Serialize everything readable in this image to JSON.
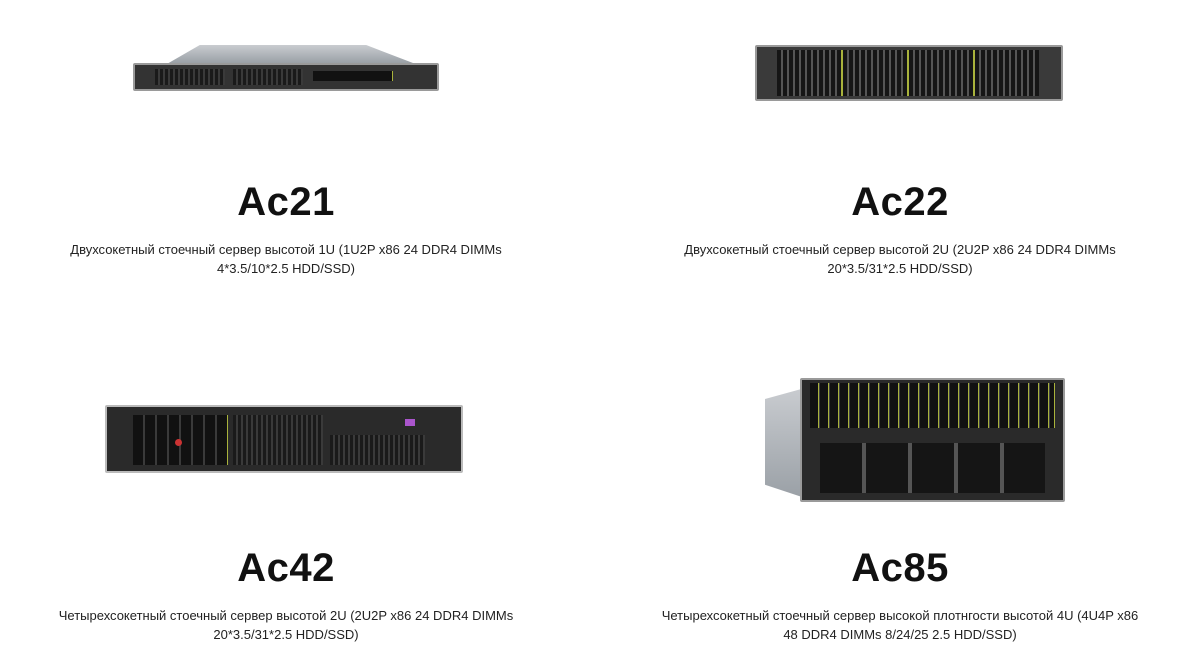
{
  "products": [
    {
      "name": "Ac21",
      "description_line1": "Двухсокетный стоечный сервер высотой 1U (1U2P x86 24 DDR4 DIMMs",
      "description_line2": "4*3.5/10*2.5 HDD/SSD)"
    },
    {
      "name": "Ac22",
      "description_line1": "Двухсокетный стоечный сервер высотой 2U (2U2P x86 24 DDR4 DIMMs",
      "description_line2": "20*3.5/31*2.5 HDD/SSD)"
    },
    {
      "name": "Ac42",
      "description_line1": "Четырехсокетный стоечный сервер высотой 2U (2U2P x86 24 DDR4 DIMMs",
      "description_line2": "20*3.5/31*2.5 HDD/SSD)"
    },
    {
      "name": "Ac85",
      "description_line1": "Четырехсокетный стоечный сервер высокой плотнгости высотой 4U (4U4P x86",
      "description_line2": "48 DDR4 DIMMs 8/24/25 2.5 HDD/SSD)"
    }
  ]
}
